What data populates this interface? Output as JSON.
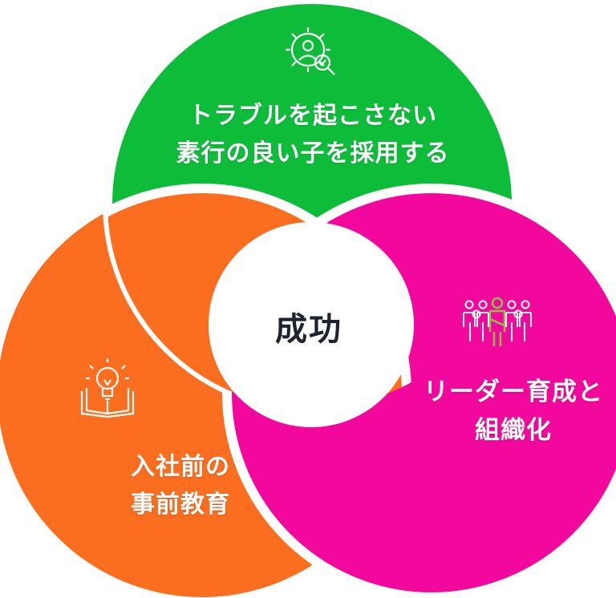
{
  "center": {
    "text": "成功"
  },
  "segments": [
    {
      "id": "green",
      "color": "#0dbd3a",
      "icon": "gear-person-magnifier-icon",
      "lines": [
        "トラブルを起こさない",
        "素行の良い子を採用する"
      ]
    },
    {
      "id": "pink",
      "color": "#f2089c",
      "icon": "team-leader-icon",
      "lines": [
        "リーダー育成と",
        "組織化"
      ]
    },
    {
      "id": "orange",
      "color": "#fb6d1f",
      "icon": "lightbulb-book-icon",
      "lines": [
        "入社前の",
        "事前教育"
      ]
    }
  ]
}
